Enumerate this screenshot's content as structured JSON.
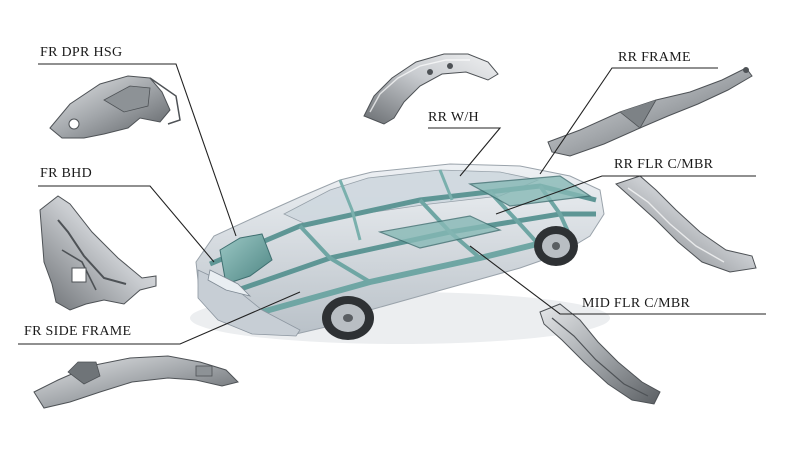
{
  "labels": {
    "fr_dpr_hsg": "FR DPR HSG",
    "fr_bhd": "FR BHD",
    "fr_side_frame": "FR SIDE FRAME",
    "rr_wh": "RR W/H",
    "rr_frame": "RR FRAME",
    "rr_flr_cmbr": "RR FLR C/MBR",
    "mid_flr_cmbr": "MID FLR C/MBR"
  },
  "colors": {
    "body_structure": "#6fa6a4",
    "body_structure_dark": "#3f6f70",
    "car_shell": "#d7dde3",
    "part_metal": "#9ea3a8",
    "part_metal_dark": "#55595e",
    "leader_line": "#222222"
  }
}
